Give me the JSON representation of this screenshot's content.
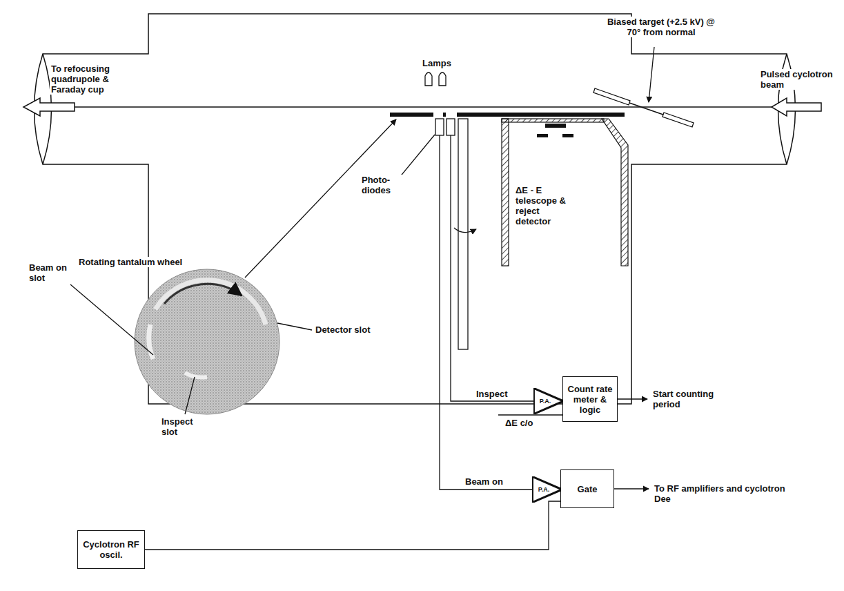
{
  "diagram": {
    "nodes": [
      {
        "text": [
          "P.A."
        ]
      },
      {
        "text": [
          "Count rate meter & logic"
        ]
      },
      {
        "text": [
          "P.A."
        ]
      },
      {
        "text": [
          "Gate"
        ]
      },
      {
        "text": [
          "Cyclotron RF oscil."
        ]
      }
    ],
    "edges": [
      {
        "from": 0,
        "to": 1,
        "arrow": "none"
      },
      {
        "from": 2,
        "to": 3,
        "arrow": "none"
      },
      {
        "from": 4,
        "to": 3,
        "arrow": "none"
      }
    ],
    "labels": [
      "Biased target (+2.5 kV) @ 70° from normal",
      "Lamps",
      "To refocusing quadrupole & Faraday cup",
      "Pulsed cyclotron beam",
      "ΔE - E telescope & reject detector",
      "Photo-diodes",
      "Rotating tantalum wheel",
      "Detector slot",
      "Beam on slot",
      "Inspect slot",
      "Inspect",
      "ΔE c/o",
      "Start counting period",
      "Beam on",
      "To RF amplifiers and cyclotron Dee"
    ]
  }
}
